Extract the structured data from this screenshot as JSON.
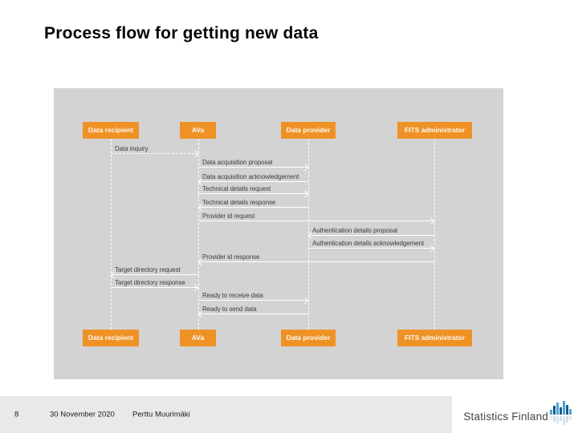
{
  "slide": {
    "title": "Process flow for getting new data"
  },
  "diagram": {
    "actors": [
      "Data recipient",
      "AVa",
      "Data provider",
      "FITS administrator"
    ],
    "messages": [
      {
        "label": "Data inquiry",
        "from": "Data recipient",
        "to": "AVa",
        "line": "dashed"
      },
      {
        "label": "Data acquisition proposal",
        "from": "AVa",
        "to": "Data provider",
        "line": "solid"
      },
      {
        "label": "Data acquisition acknowledgement",
        "from": "Data provider",
        "to": "AVa",
        "line": "solid"
      },
      {
        "label": "Technical details request",
        "from": "AVa",
        "to": "Data provider",
        "line": "solid"
      },
      {
        "label": "Technical details response",
        "from": "Data provider",
        "to": "AVa",
        "line": "solid"
      },
      {
        "label": "Provider id request",
        "from": "AVa",
        "to": "FITS administrator",
        "line": "solid"
      },
      {
        "label": "Authentication details proposal",
        "from": "FITS administrator",
        "to": "Data provider",
        "line": "solid"
      },
      {
        "label": "Authentication details acknowledgement",
        "from": "Data provider",
        "to": "FITS administrator",
        "line": "solid"
      },
      {
        "label": "Provider id response",
        "from": "FITS administrator",
        "to": "AVa",
        "line": "solid"
      },
      {
        "label": "Target directory request",
        "from": "AVa",
        "to": "Data recipient",
        "line": "solid"
      },
      {
        "label": "Target directory response",
        "from": "Data recipient",
        "to": "AVa",
        "line": "solid"
      },
      {
        "label": "Ready to receive data",
        "from": "AVa",
        "to": "Data provider",
        "line": "solid"
      },
      {
        "label": "Ready to send data",
        "from": "Data provider",
        "to": "AVa",
        "line": "solid"
      }
    ]
  },
  "footer": {
    "page_number": "8",
    "date": "30 November 2020",
    "author": "Perttu Muurimäki"
  },
  "logo": {
    "text": "Statistics Finland",
    "icon": "bar-chart-logo-icon"
  },
  "colors": {
    "actor_box": "#EF9226",
    "diagram_bg": "#D3D3D3",
    "footer_bg": "#E9E9E9",
    "msg_text": "#3D3D3D",
    "logo_blue_dark": "#1C5A85",
    "logo_blue_light": "#4DA3D8"
  }
}
